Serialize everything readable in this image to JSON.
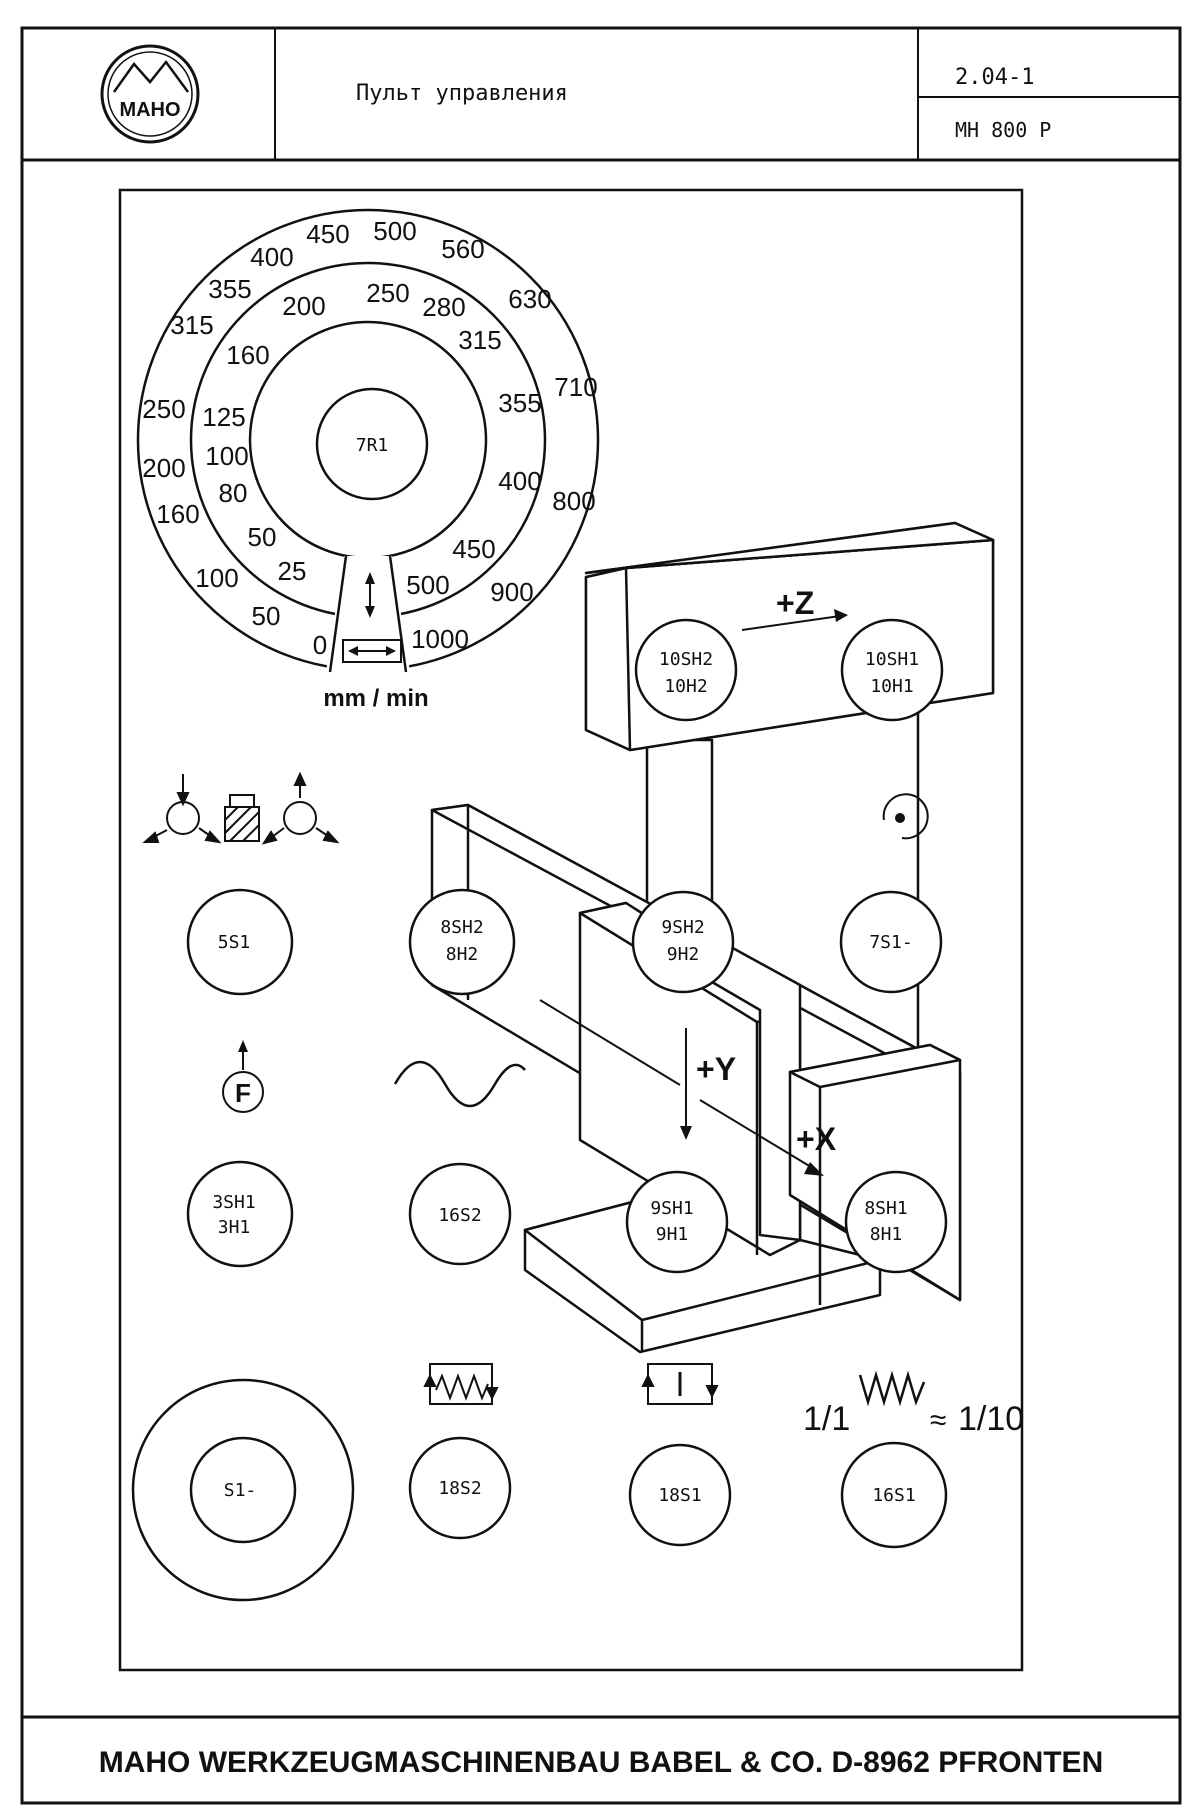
{
  "header": {
    "logo_text": "MAHO",
    "title": "Пульт управления",
    "doc_number": "2.04-1",
    "model": "MH 800 P"
  },
  "dial": {
    "center_label": "7R1",
    "unit": "mm / min",
    "outer_scale": [
      "0",
      "50",
      "100",
      "160",
      "200",
      "250",
      "315",
      "355",
      "400",
      "450",
      "500",
      "560",
      "630",
      "710",
      "800",
      "900",
      "1000"
    ],
    "inner_scale": [
      "25",
      "50",
      "80",
      "100",
      "125",
      "160",
      "200",
      "250",
      "280",
      "315",
      "355",
      "400",
      "450",
      "500"
    ]
  },
  "axes": {
    "z": "+Z",
    "y": "+Y",
    "x": "+X"
  },
  "buttons": {
    "b10sh2": [
      "10SH2",
      "10H2"
    ],
    "b10sh1": [
      "10SH1",
      "10H1"
    ],
    "b5s1": "5S1",
    "b8sh2": [
      "8SH2",
      "8H2"
    ],
    "b9sh2": [
      "9SH2",
      "9H2"
    ],
    "b7s1": "7S1-",
    "b3sh1": [
      "3SH1",
      "3H1"
    ],
    "b16s2": "16S2",
    "b9sh1": [
      "9SH1",
      "9H1"
    ],
    "b8sh1": [
      "8SH1",
      "8H1"
    ],
    "bs1": "S1-",
    "b18s2": "18S2",
    "b18s1": "18S1",
    "b16s1": "16S1"
  },
  "symbols": {
    "f_label": "F",
    "ratio_left": "1/1",
    "ratio_approx": "≈",
    "ratio_right": "1/10"
  },
  "footer": {
    "text": "MAHO WERKZEUGMASCHINENBAU BABEL & CO. D-8962 PFRONTEN"
  }
}
